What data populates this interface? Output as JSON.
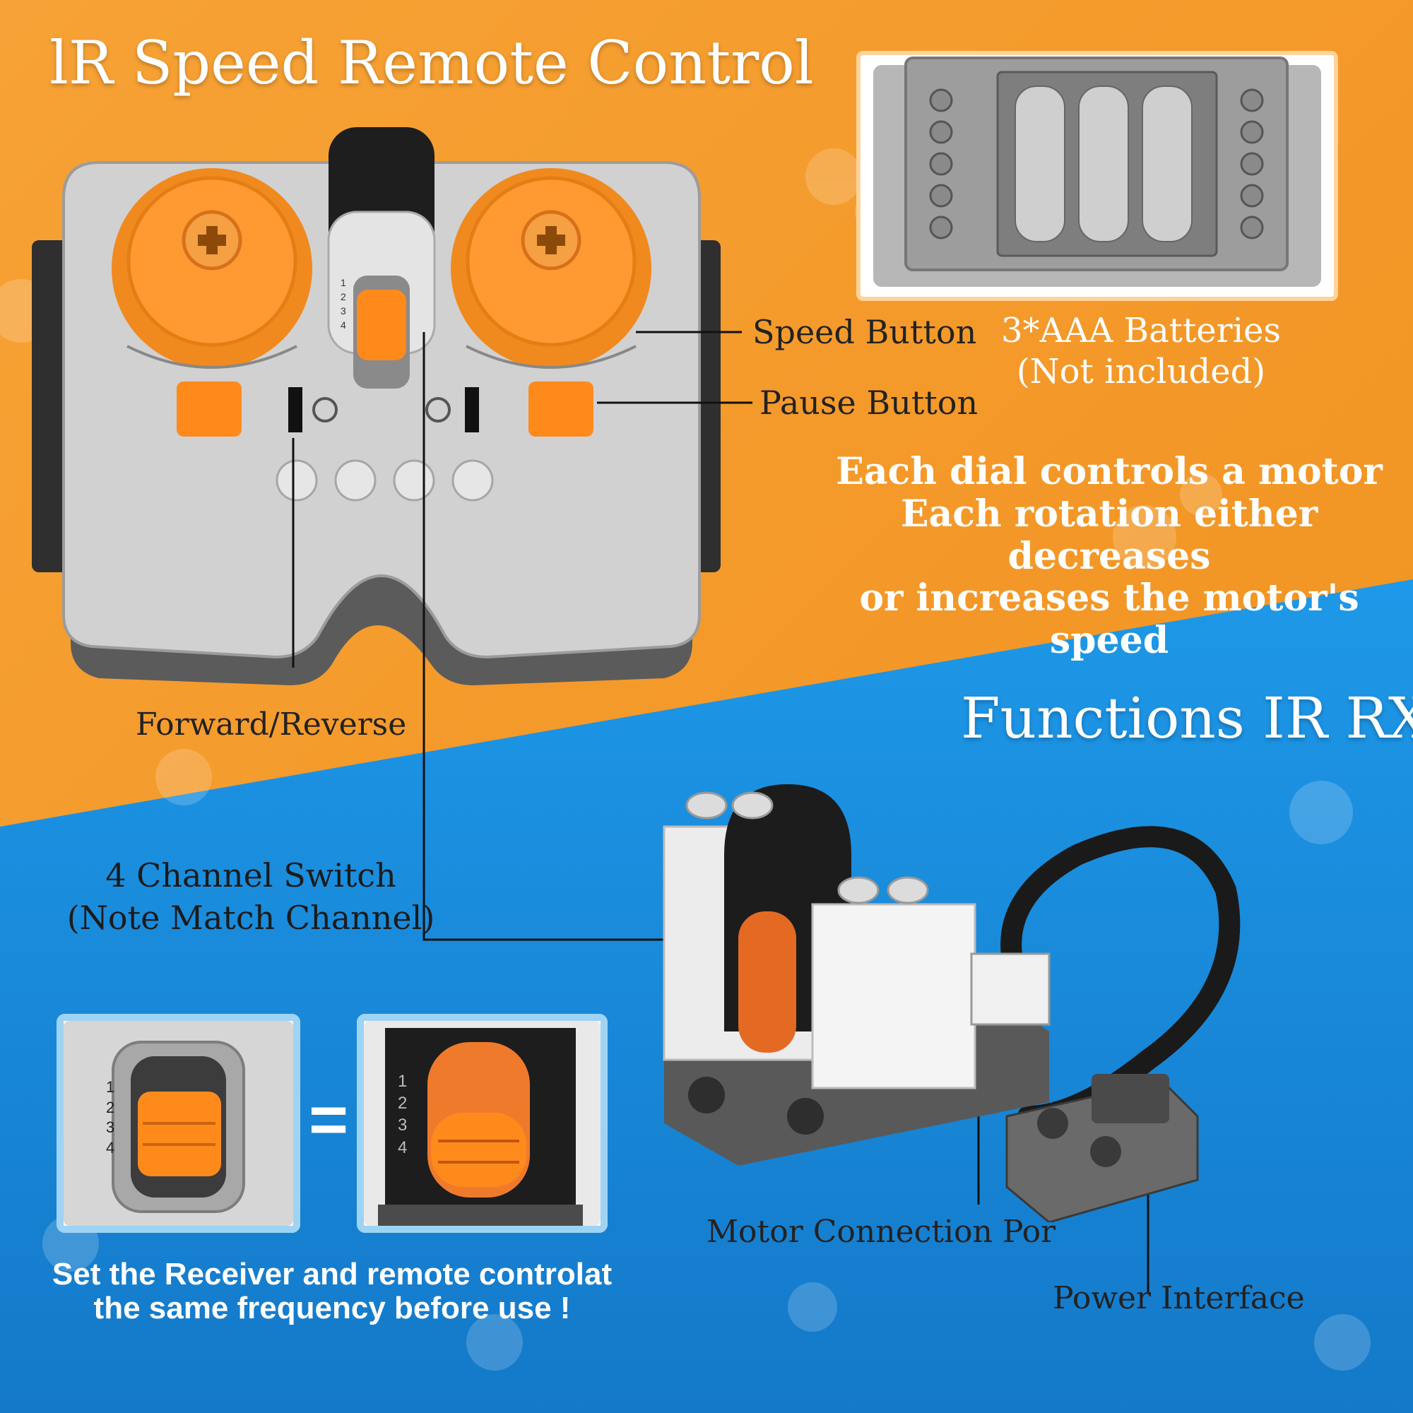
{
  "titles": {
    "main": "lR Speed Remote Control",
    "receiver": "Functions IR RX"
  },
  "callouts": {
    "speed_button": "Speed Button",
    "pause_button": "Pause Button",
    "forward_reverse": "Forward/Reverse",
    "channel_switch_1": "4 Channel Switch",
    "channel_switch_2": "(Note Match Channel)",
    "motor_connection": "Motor Connection Por",
    "power_interface": "Power Interface"
  },
  "batteries": {
    "line1": "3*AAA Batteries",
    "line2": "(Not included)"
  },
  "description": {
    "line1": "Each dial controls a motor",
    "line2": "Each rotation either decreases",
    "line3": "or increases the motor's speed"
  },
  "notice": {
    "line1": "Set the Receiver and remote controlat",
    "line2": "the same frequency before use !"
  },
  "equals_sign": "=",
  "switch_numbers": [
    "1",
    "2",
    "3",
    "4"
  ],
  "colors": {
    "orange_background": "#f39a26",
    "blue_background": "#1a8fe0",
    "accent_orange": "#ff8a1c",
    "remote_grey": "#c9c9c9",
    "dark_grey": "#555555"
  }
}
